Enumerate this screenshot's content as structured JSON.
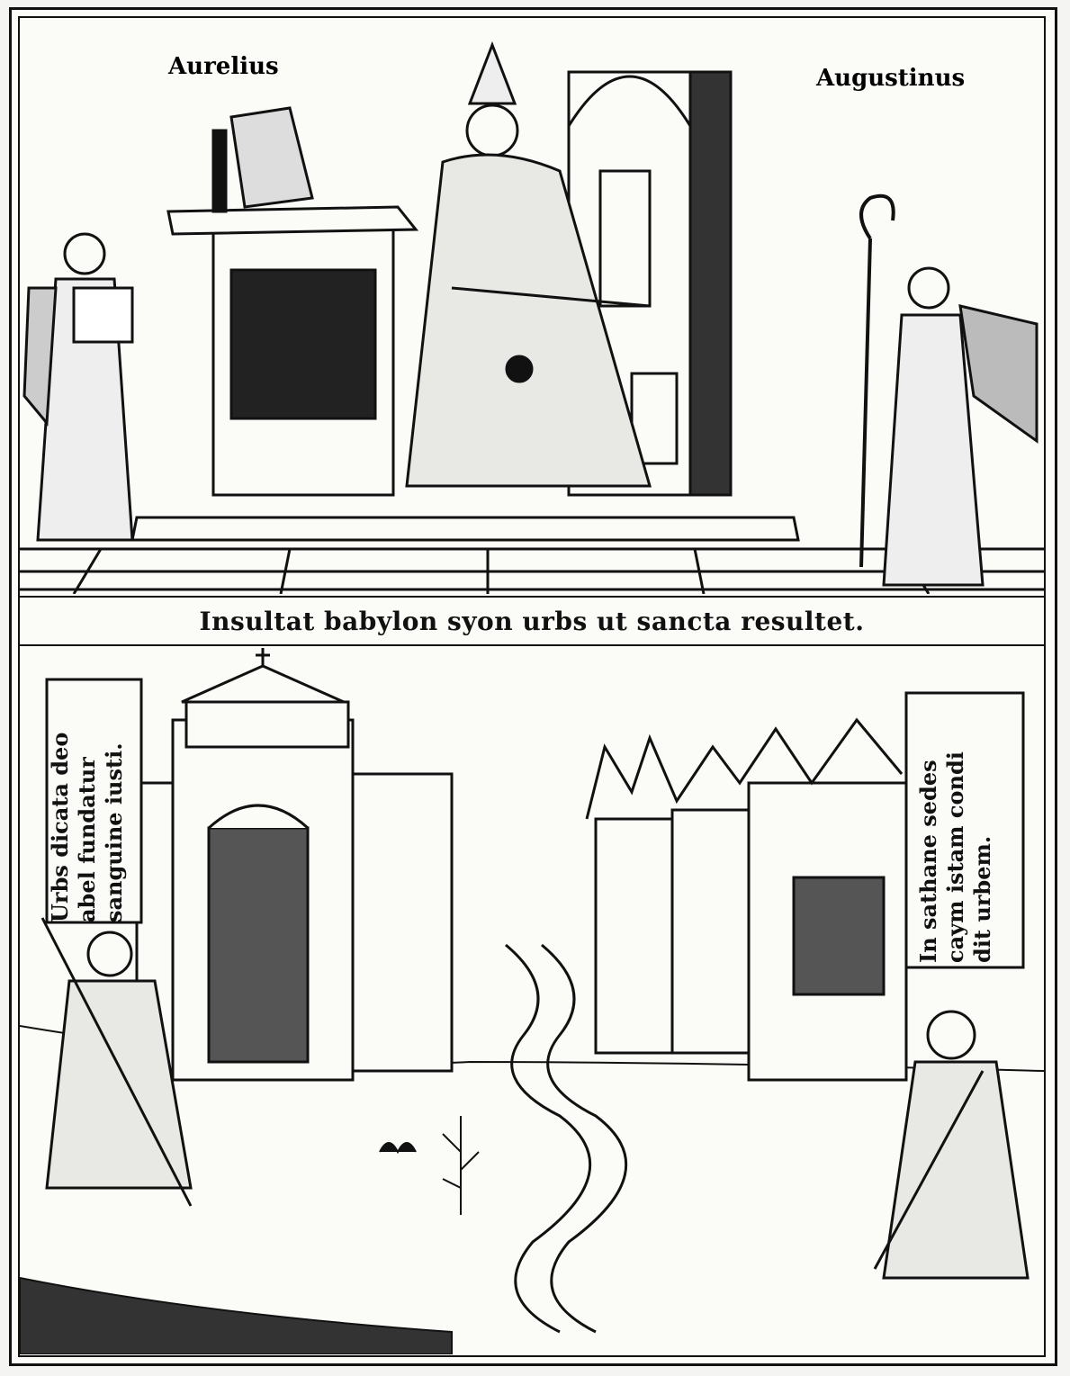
{
  "labels": {
    "left_name": "Aurelius",
    "right_name": "Augustinus",
    "caption": "Insultat babylon syon urbs ut sancta resultet.",
    "left_scroll": "Urbs dicata deo\nabel fundatur\nsanguine iusti.",
    "right_scroll": "In sathane sedes\ncaym istam condi\ndit urbem."
  },
  "icons": [
    "angel-left-icon",
    "bishop-icon",
    "angel-right-icon",
    "lectern-icon",
    "throne-icon",
    "crozier-icon",
    "church-icon",
    "burning-city-icon",
    "river-icon",
    "abel-figure-icon",
    "cain-figure-icon"
  ],
  "colors": {
    "ink": "#111111",
    "paper": "#fbfbf8"
  }
}
